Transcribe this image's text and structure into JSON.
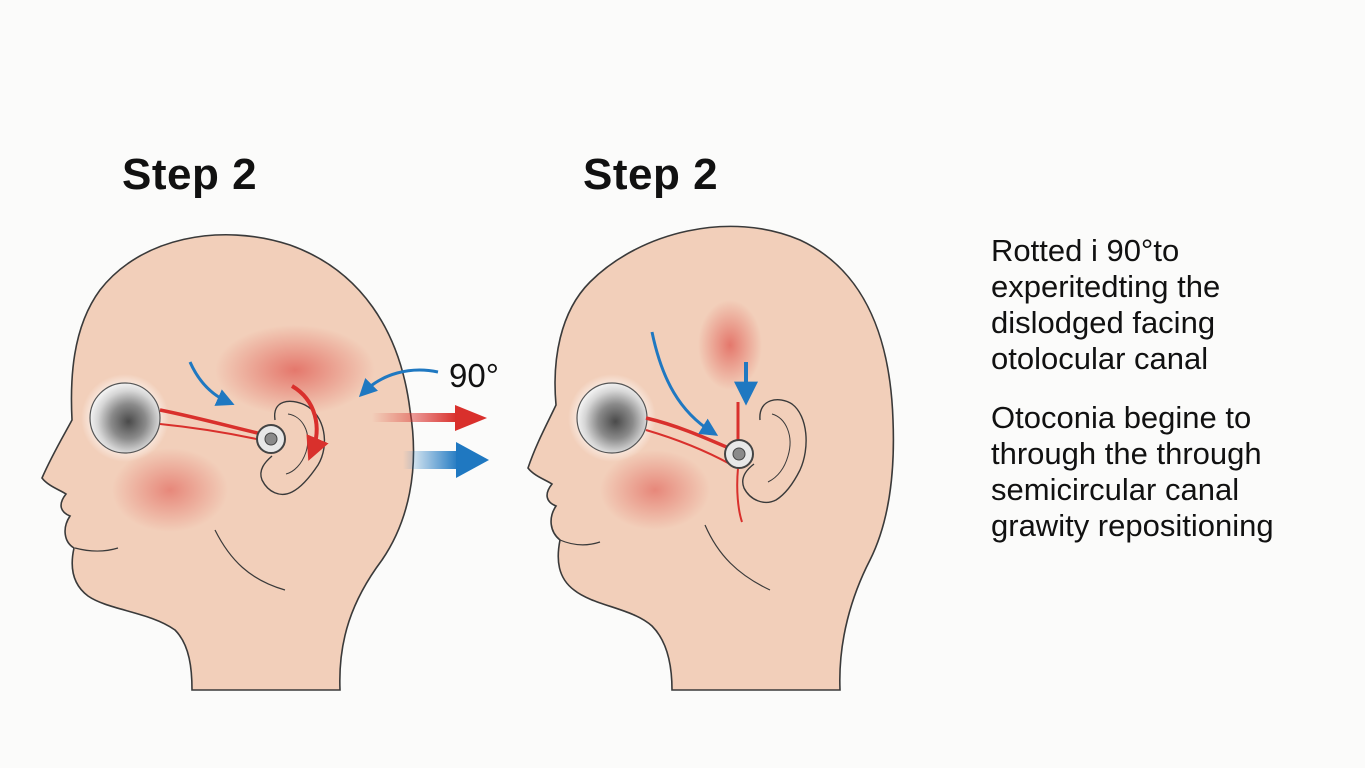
{
  "panels": {
    "left": {
      "title": "Step 2"
    },
    "right": {
      "title": "Step 2"
    }
  },
  "rotation_label": "90°",
  "description": {
    "paragraph_1": [
      "Rotted i 90°to",
      "experitedting the",
      "dislodged facing",
      "otolocular canal"
    ],
    "paragraph_2": [
      "Otoconia begine to",
      "through the through",
      "semicircular canal",
      "grawity repositioning"
    ]
  },
  "colors": {
    "skin": "#f2cfba",
    "skin_outline": "#3a3a3a",
    "red_accent": "#d9302c",
    "blue_accent": "#1f78c1",
    "text": "#111111",
    "background": "#fbfbfa"
  }
}
